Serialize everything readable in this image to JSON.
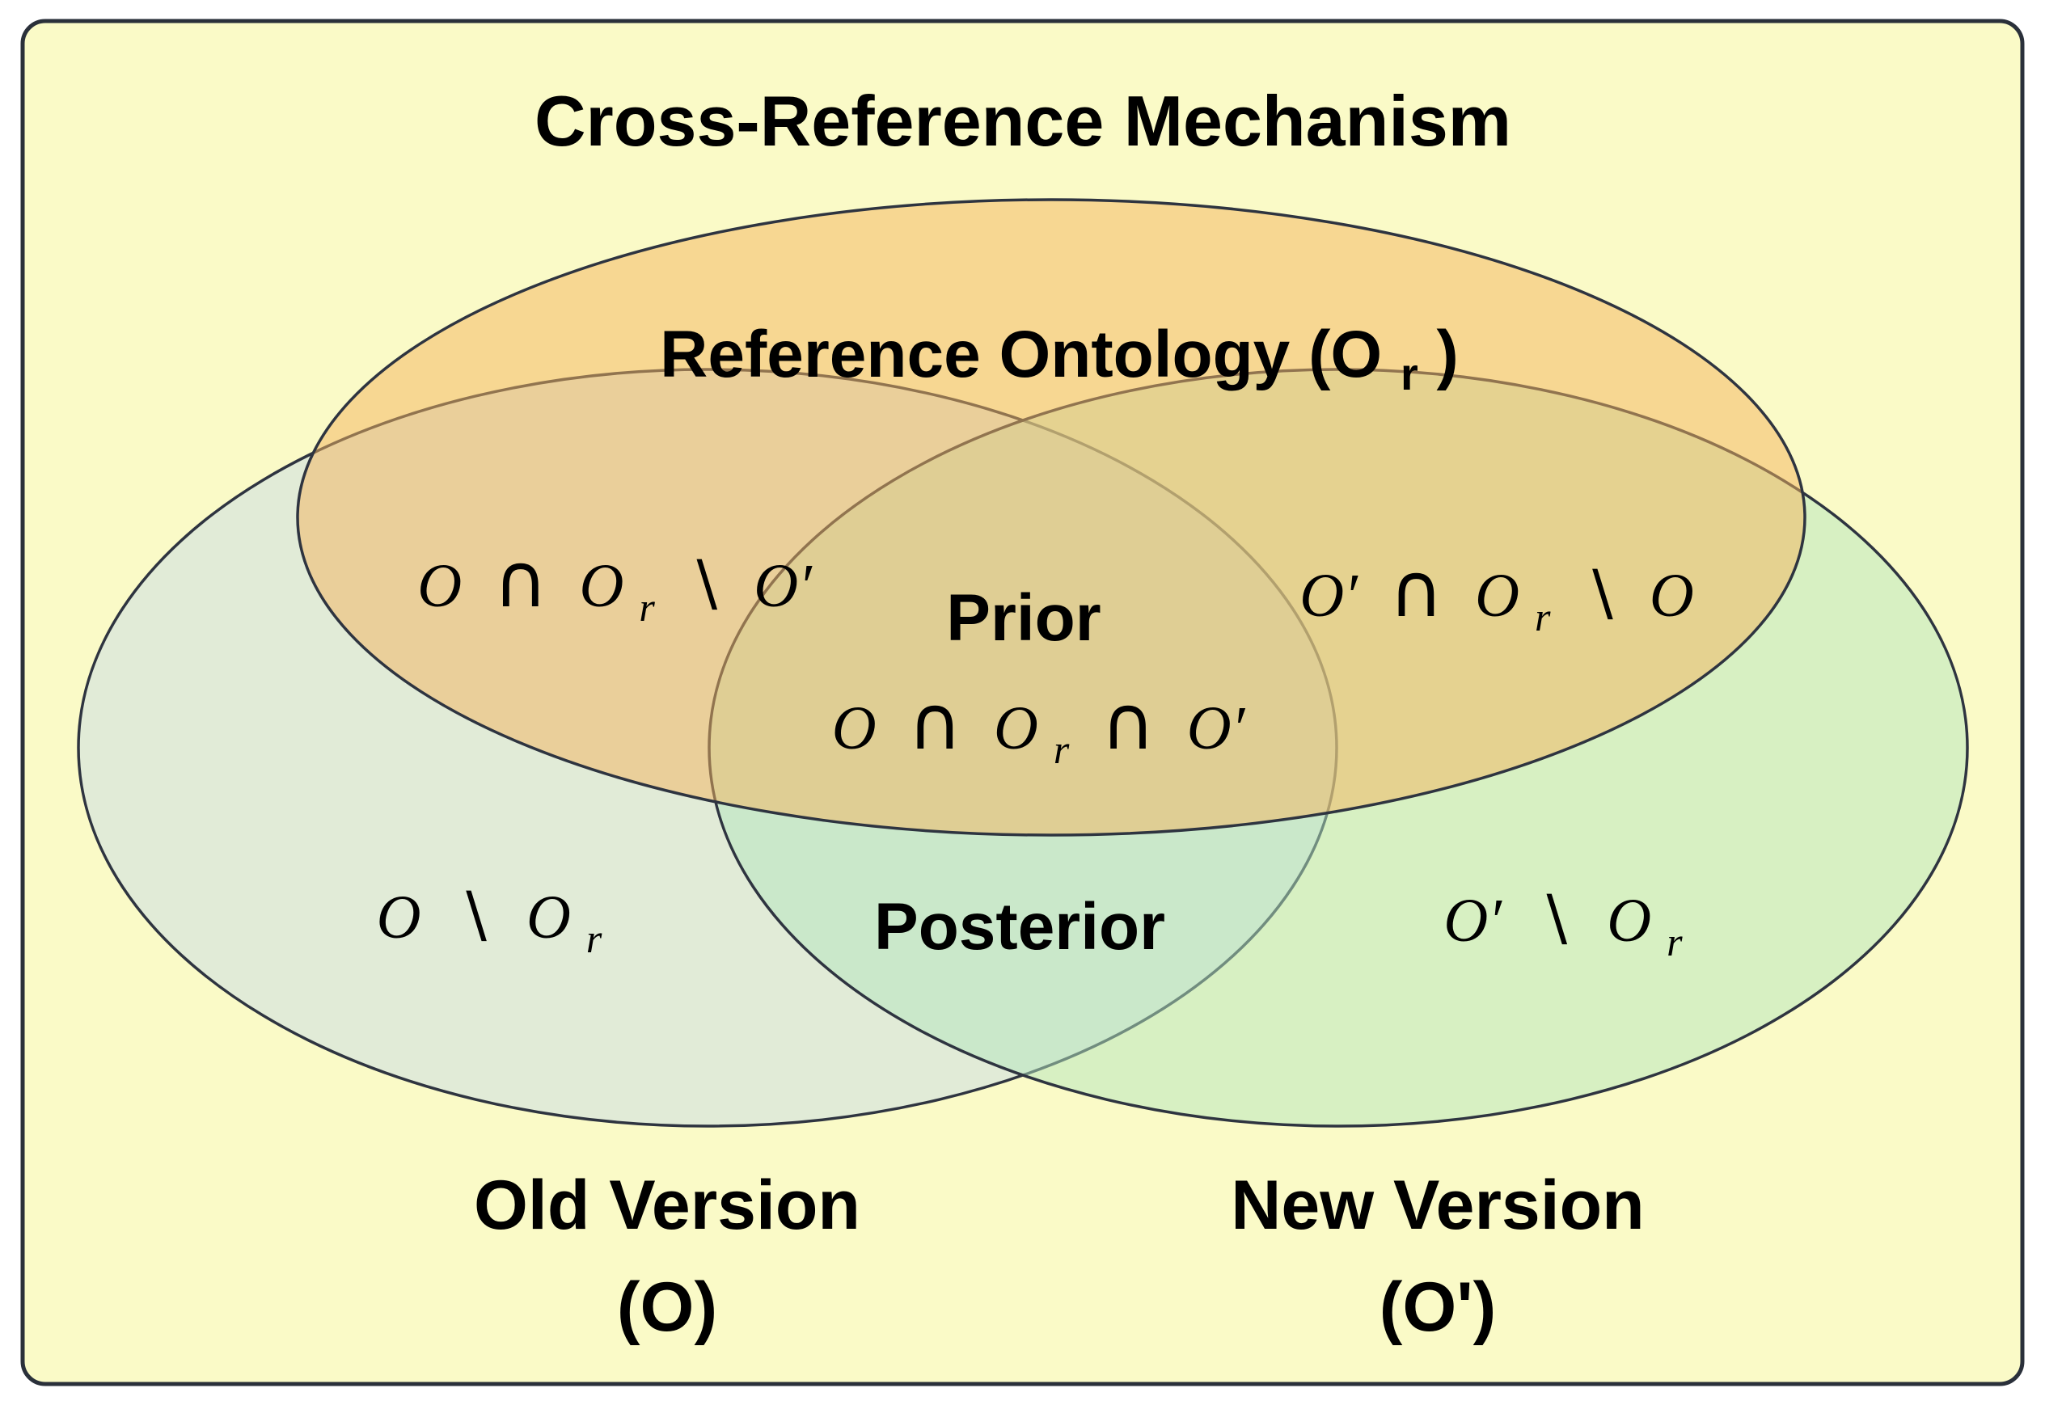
{
  "title": "Cross-Reference Mechanism",
  "colors": {
    "background": "#FAFAC7",
    "frame_stroke": "#2A303A",
    "ellipse_stroke": "#2E3440",
    "reference_fill": "#F4B45E",
    "old_fill": "#C8DCE8",
    "new_fill": "#B4E6BE",
    "text": "#000000"
  },
  "sets": {
    "reference": {
      "label_pre": "Reference Ontology (O",
      "label_sub": "r",
      "label_post": ")"
    },
    "old": {
      "line1": "Old Version",
      "line2": "(O)"
    },
    "new": {
      "line1": "New Version",
      "line2": "(O')"
    }
  },
  "regions": {
    "old_and_ref_minus_new": {
      "a": "O",
      "op1": "∩",
      "b": "O",
      "b_sub": "r",
      "op2": "∖",
      "c": "O′"
    },
    "prior": {
      "title": "Prior",
      "a": "O",
      "op1": "∩",
      "b": "O",
      "b_sub": "r",
      "op2": "∩",
      "c": "O′"
    },
    "new_and_ref_minus_old": {
      "a": "O′",
      "op1": "∩",
      "b": "O",
      "b_sub": "r",
      "op2": "∖",
      "c": "O"
    },
    "old_minus_ref": {
      "a": "O",
      "op1": "∖",
      "b": "O",
      "b_sub": "r"
    },
    "posterior": {
      "title": "Posterior"
    },
    "new_minus_ref": {
      "a": "O′",
      "op1": "∖",
      "b": "O",
      "b_sub": "r"
    }
  }
}
